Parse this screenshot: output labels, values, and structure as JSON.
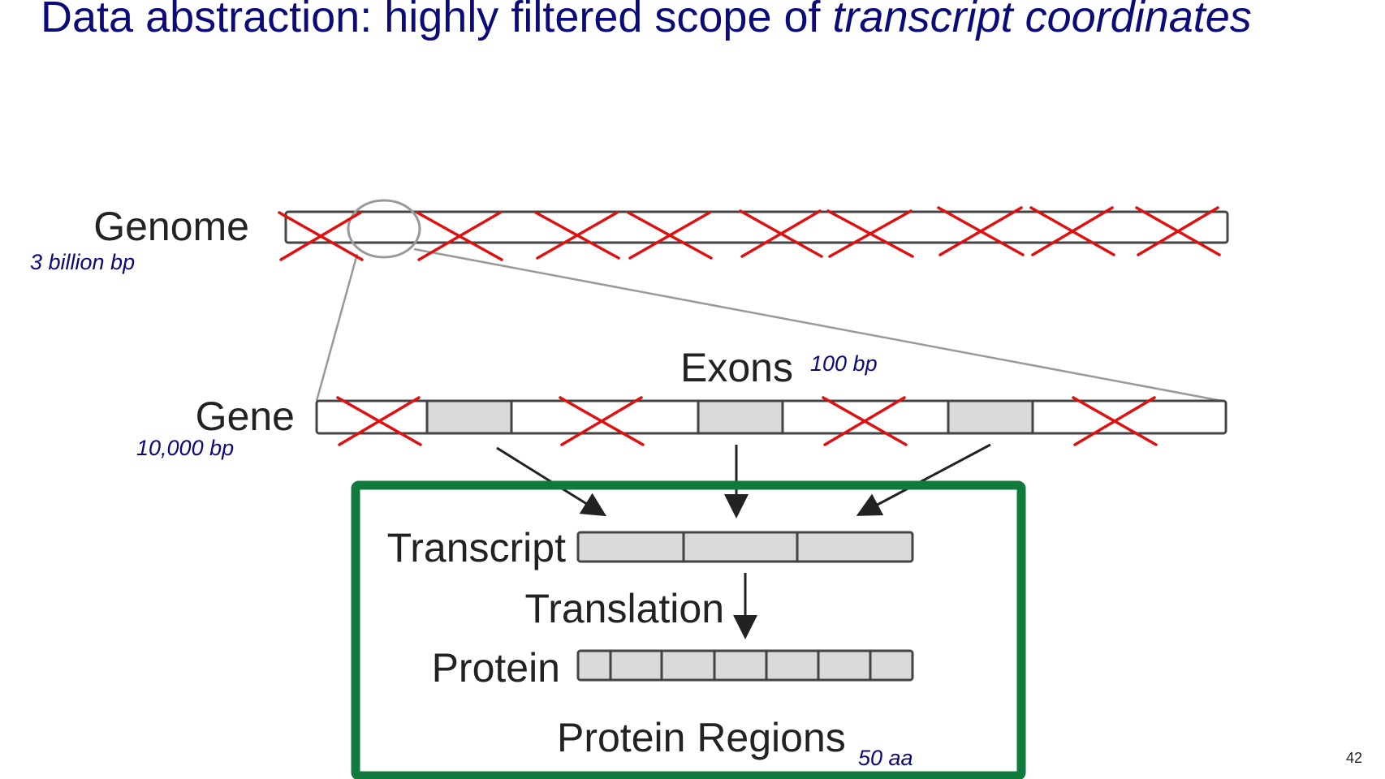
{
  "slide": {
    "title_plain": "Data abstraction: highly filtered scope of ",
    "title_italic": "transcript coordinates",
    "page_number": "42"
  },
  "diagram": {
    "labels": {
      "genome": "Genome",
      "gene": "Gene",
      "exons": "Exons",
      "transcript": "Transcript",
      "translation": "Translation",
      "protein": "Protein",
      "protein_regions": "Protein Regions"
    },
    "notes": {
      "genome_size": "3 billion bp",
      "gene_size": "10,000 bp",
      "exon_size": "100 bp",
      "region_size": "50 aa"
    },
    "colors": {
      "cross_out": "#e01010",
      "highlight_box": "#0f7a3c",
      "exon_fill": "#d9d9d9",
      "title": "#0a0a78"
    }
  }
}
